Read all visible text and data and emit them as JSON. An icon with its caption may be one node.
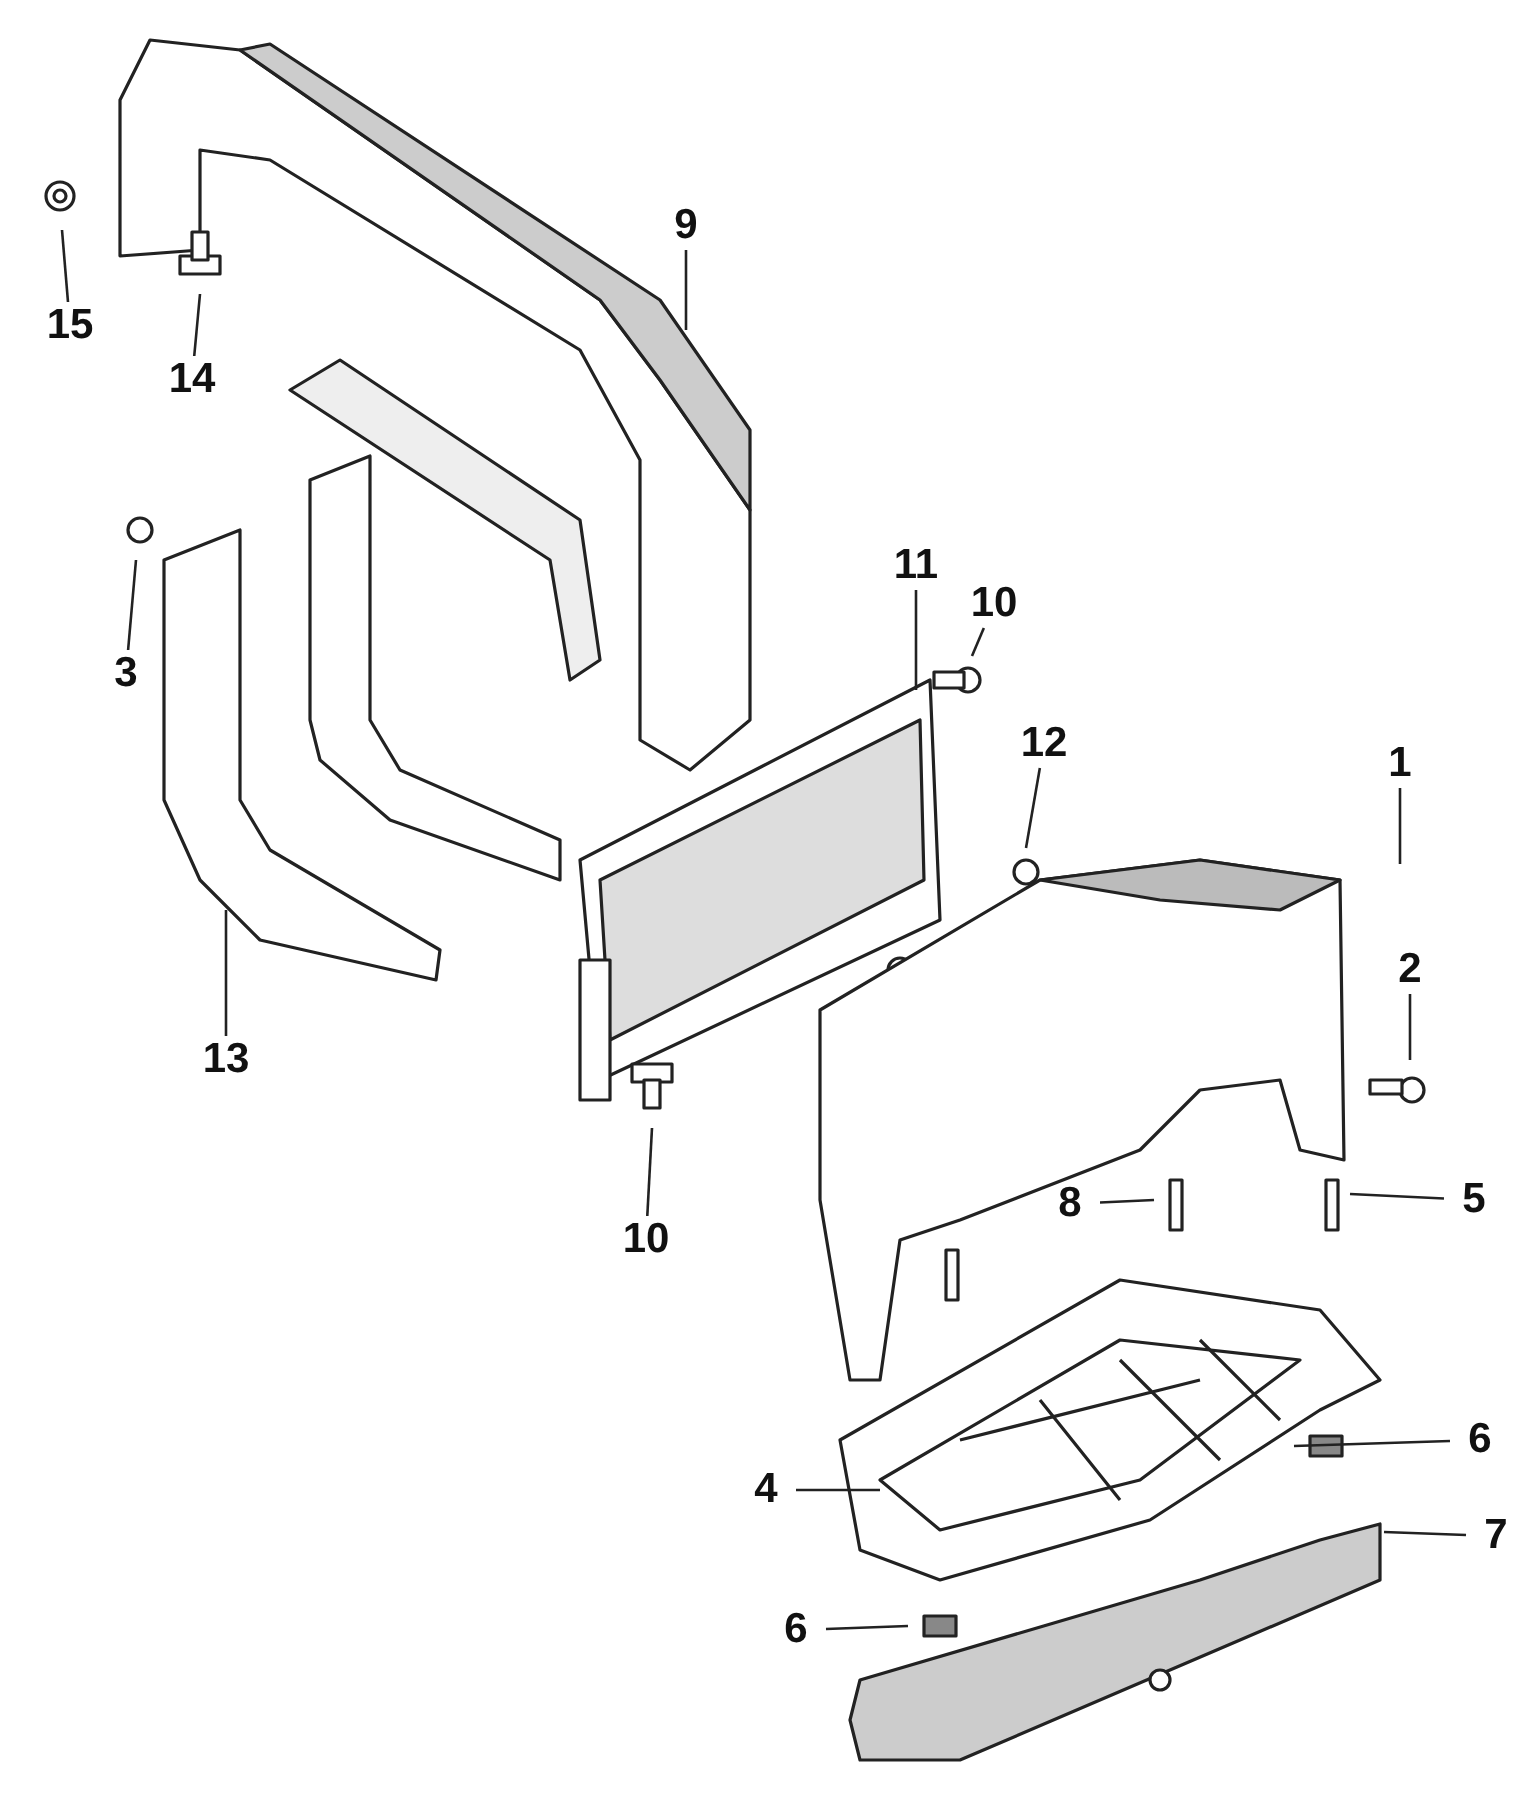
{
  "diagram": {
    "nodes": [
      {
        "text": [
          "15"
        ]
      },
      {
        "text": [
          "14"
        ]
      },
      {
        "text": [
          "9"
        ]
      },
      {
        "text": [
          "3"
        ]
      },
      {
        "text": [
          "13"
        ]
      },
      {
        "text": [
          "11"
        ]
      },
      {
        "text": [
          "10"
        ]
      },
      {
        "text": [
          "12"
        ]
      },
      {
        "text": [
          "1"
        ]
      },
      {
        "text": [
          "2"
        ]
      },
      {
        "text": [
          "10"
        ]
      },
      {
        "text": [
          "8"
        ]
      },
      {
        "text": [
          "5"
        ]
      },
      {
        "text": [
          "6"
        ]
      },
      {
        "text": [
          "7"
        ]
      },
      {
        "text": [
          "4"
        ]
      },
      {
        "text": [
          "6"
        ]
      }
    ],
    "edges": [
      {
        "from": 0,
        "to": null,
        "arrow": "none"
      },
      {
        "from": 1,
        "to": null,
        "arrow": "none"
      },
      {
        "from": 2,
        "to": null,
        "arrow": "none"
      },
      {
        "from": 3,
        "to": null,
        "arrow": "none"
      },
      {
        "from": 4,
        "to": null,
        "arrow": "none"
      },
      {
        "from": 5,
        "to": null,
        "arrow": "none"
      },
      {
        "from": 6,
        "to": null,
        "arrow": "none"
      },
      {
        "from": 7,
        "to": null,
        "arrow": "none"
      },
      {
        "from": 8,
        "to": null,
        "arrow": "none"
      },
      {
        "from": 9,
        "to": null,
        "arrow": "none"
      },
      {
        "from": 10,
        "to": null,
        "arrow": "none"
      },
      {
        "from": 11,
        "to": null,
        "arrow": "none"
      },
      {
        "from": 12,
        "to": null,
        "arrow": "none"
      },
      {
        "from": 13,
        "to": null,
        "arrow": "none"
      },
      {
        "from": 14,
        "to": null,
        "arrow": "none"
      },
      {
        "from": 15,
        "to": null,
        "arrow": "none"
      },
      {
        "from": 16,
        "to": null,
        "arrow": "none"
      }
    ]
  }
}
